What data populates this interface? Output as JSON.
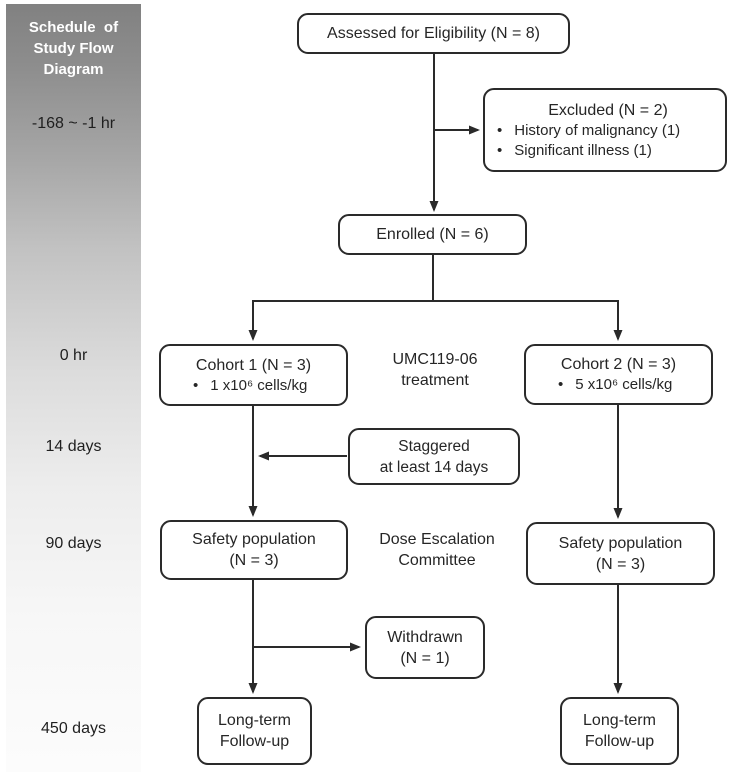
{
  "sidebar": {
    "title": "Schedule  of\nStudy Flow\nDiagram",
    "timeline": [
      {
        "label": "-168 ~ -1 hr"
      },
      {
        "label": "0 hr"
      },
      {
        "label": "14 days"
      },
      {
        "label": "90 days"
      },
      {
        "label": "450 days"
      }
    ]
  },
  "nodes": {
    "assessed": {
      "title": "Assessed for Eligibility (N = 8)"
    },
    "excluded": {
      "title": "Excluded (N = 2)",
      "bullets": [
        "History of malignancy (1)",
        "Significant illness (1)"
      ]
    },
    "enrolled": {
      "title": "Enrolled (N = 6)"
    },
    "cohort1": {
      "title": "Cohort 1 (N = 3)",
      "bullets": [
        "1 x10⁶ cells/kg"
      ]
    },
    "cohort2": {
      "title": "Cohort 2 (N = 3)",
      "bullets": [
        "5 x10⁶ cells/kg"
      ]
    },
    "staggered": {
      "title": "Staggered\nat least 14 days"
    },
    "safety1": {
      "title": "Safety population\n(N = 3)"
    },
    "safety2": {
      "title": "Safety population\n(N = 3)"
    },
    "withdrawn": {
      "title": "Withdrawn\n(N = 1)"
    },
    "longterm1": {
      "title": "Long-term\nFollow-up"
    },
    "longterm2": {
      "title": "Long-term\nFollow-up"
    }
  },
  "annotations": {
    "treatment": "UMC119-06\ntreatment",
    "committee": "Dose Escalation\nCommittee"
  },
  "colors": {
    "line": "#2a2a2a",
    "box_border": "#2a2a2a",
    "text": "#262626",
    "sidebar_title_text": "#ffffff",
    "sidebar_gradient_top": "#818181",
    "sidebar_gradient_bottom": "#fcfcfc"
  }
}
